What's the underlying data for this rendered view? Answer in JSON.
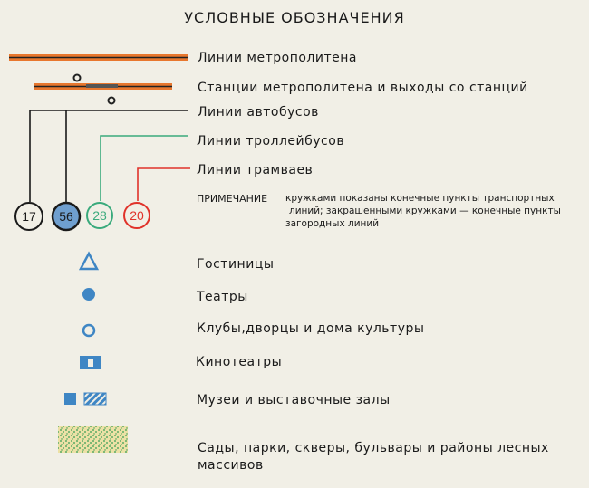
{
  "title": "УСЛОВНЫЕ ОБОЗНАЧЕНИЯ",
  "items": {
    "metro_lines": "Линии метрополитена",
    "metro_stations": "Станции метрополитена и выходы со станций",
    "bus_lines": "Линии автобусов",
    "trolleybus_lines": "Линии троллейбусов",
    "tram_lines": "Линии трамваев",
    "hotels": "Гостиницы",
    "theatres": "Театры",
    "clubs": "Клубы,дворцы и дома культуры",
    "cinemas": "Кинотеатры",
    "museums": "Музеи и выставочные залы",
    "parks_line1": "Сады, парки, скверы, бульвары и районы лесных",
    "parks_line2": "массивов"
  },
  "note": {
    "heading": "ПРИМЕЧАНИЕ",
    "line1": "кружками показаны конечные пункты  транспортных",
    "line2": "линий; закрашенными  кружками — конечные пункты",
    "line3": "загородных линий"
  },
  "route_numbers": {
    "bus": "17",
    "suburban_bus": "56",
    "trolleybus": "28",
    "tram": "20"
  },
  "colors": {
    "metro": "#e8772e",
    "bus": "#1a1a1a",
    "trolleybus": "#3aaa7c",
    "tram": "#e0322a",
    "symbol_blue": "#3f86c4",
    "park_fill": "#ece1a6",
    "park_dots": "#2f9a52"
  }
}
